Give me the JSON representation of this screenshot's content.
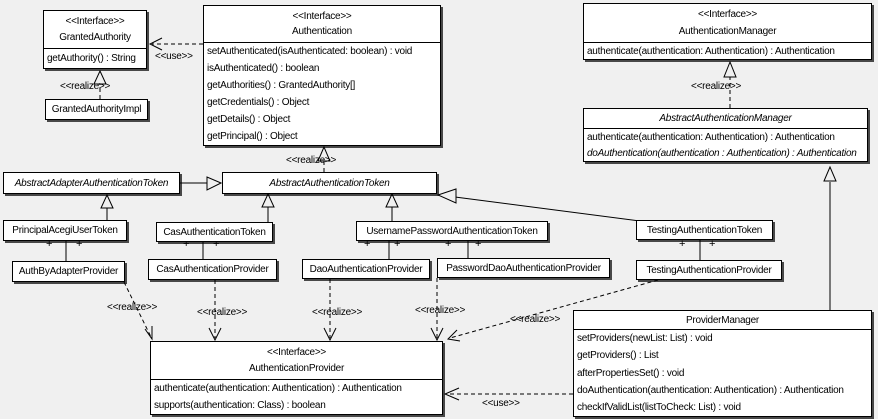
{
  "diagram": {
    "background": "#f0f0f0",
    "box_fill": "#ffffff",
    "line_color": "#000000"
  },
  "labels": {
    "realize": "<<realize>>",
    "use": "<<use>>",
    "plus": "+"
  },
  "classes": {
    "granted_authority": {
      "stereotype": "<<Interface>>",
      "name": "GrantedAuthority",
      "methods": [
        "getAuthority() : String"
      ]
    },
    "granted_authority_impl": {
      "name": "GrantedAuthorityImpl"
    },
    "authentication": {
      "stereotype": "<<Interface>>",
      "name": "Authentication",
      "methods": [
        "setAuthenticated(isAuthenticated: boolean) : void",
        "isAuthenticated() : boolean",
        "getAuthorities() : GrantedAuthority[]",
        "getCredentials() : Object",
        "getDetails() : Object",
        "getPrincipal() : Object"
      ]
    },
    "authentication_manager": {
      "stereotype": "<<Interface>>",
      "name": "AuthenticationManager",
      "methods": [
        "authenticate(authentication: Authentication) : Authentication"
      ]
    },
    "abstract_authentication_manager": {
      "name": "AbstractAuthenticationManager",
      "methods": [
        "authenticate(authentication: Authentication) : Authentication",
        "doAuthentication(authentication : Authentication) : Authentication"
      ]
    },
    "abstract_adapter_authentication_token": {
      "name": "AbstractAdapterAuthenticationToken"
    },
    "abstract_authentication_token": {
      "name": "AbstractAuthenticationToken"
    },
    "principal_acegi_user_token": {
      "name": "PrincipalAcegiUserToken"
    },
    "cas_authentication_token": {
      "name": "CasAuthenticationToken"
    },
    "username_password_authentication_token": {
      "name": "UsernamePasswordAuthenticationToken"
    },
    "testing_authentication_token": {
      "name": "TestingAuthenticationToken"
    },
    "auth_by_adapter_provider": {
      "name": "AuthByAdapterProvider"
    },
    "cas_authentication_provider": {
      "name": "CasAuthenticationProvider"
    },
    "dao_authentication_provider": {
      "name": "DaoAuthenticationProvider"
    },
    "password_dao_authentication_provider": {
      "name": "PasswordDaoAuthenticationProvider"
    },
    "testing_authentication_provider": {
      "name": "TestingAuthenticationProvider"
    },
    "authentication_provider": {
      "stereotype": "<<Interface>>",
      "name": "AuthenticationProvider",
      "methods": [
        "authenticate(authentication: Authentication) : Authentication",
        "supports(authentication: Class) : boolean"
      ]
    },
    "provider_manager": {
      "name": "ProviderManager",
      "methods": [
        "setProviders(newList: List) : void",
        "getProviders() : List",
        "afterPropertiesSet() : void",
        "doAuthentication(authentication: Authentication) : Authentication",
        "checkIfValidList(listToCheck: List) : void"
      ]
    }
  }
}
